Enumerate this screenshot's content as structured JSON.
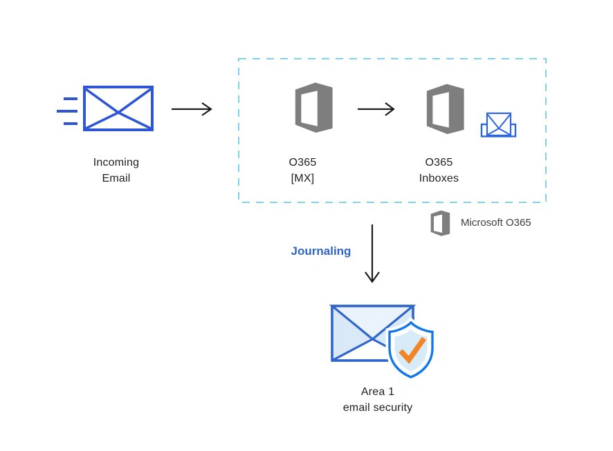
{
  "nodes": {
    "incoming_email": {
      "line1": "Incoming",
      "line2": "Email"
    },
    "o365_mx": {
      "line1": "O365",
      "line2": "[MX]"
    },
    "o365_inboxes": {
      "line1": "O365",
      "line2": "Inboxes"
    },
    "area1": {
      "line1": "Area 1",
      "line2": "email security"
    }
  },
  "labels": {
    "journaling": "Journaling",
    "legend": "Microsoft O365"
  },
  "icons": {
    "incoming_email": "envelope-with-speed-lines-icon",
    "o365_logo": "microsoft-office-logo-icon",
    "inbox": "envelope-in-tray-icon",
    "area1": "envelope-with-shield-check-icon"
  },
  "colors": {
    "envelope_blue": "#2e56d4",
    "inbox_blue": "#2965e6",
    "office_gray": "#7e7e7e",
    "dashed_border": "#84cfe8",
    "journaling_blue": "#2d64c8",
    "arrow_black": "#1a1a1a",
    "text_dark": "#1d1d1d",
    "legend_text": "#3c3c3c",
    "area1_stroke": "#2f66cc",
    "area1_fill": "#d9e9f7",
    "area1_flap": "#eaf2fb",
    "shield_blue": "#1377e8",
    "shield_fill": "#d7ebf9",
    "check_orange": "#f08426"
  }
}
